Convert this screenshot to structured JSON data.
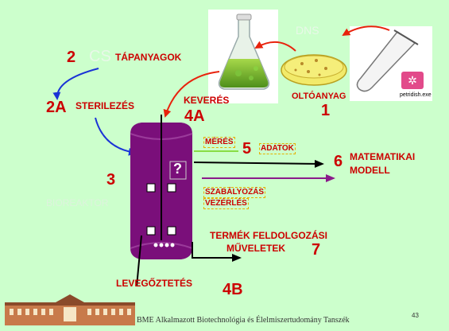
{
  "colors": {
    "background": "#ccffcc",
    "label_red": "#cc0000",
    "bioreactor": "#7a0f7a",
    "arrow_blue": "#1a33d6",
    "arrow_green": "#88dd44",
    "arrow_purple": "#8a1a8a",
    "arrow_black": "#000000",
    "arrow_red": "#e8220c"
  },
  "steps": {
    "s2": {
      "num": "2",
      "label": "TÁPANYAGOK",
      "ghost": "CS"
    },
    "s2a": {
      "num": "2A",
      "label": "STERILEZÉS"
    },
    "s4a": {
      "num": "4A",
      "label": "KEVERÉS"
    },
    "s1": {
      "num": "1",
      "label": "OLTÓANYAG",
      "ghost": "DNS"
    },
    "s3": {
      "num": "3",
      "label": "BIOREAKTOR"
    },
    "s5": {
      "num": "5",
      "label_a": "MÉRÉS",
      "label_b": "ADATOK"
    },
    "s6": {
      "num": "6",
      "label_line1": "MATEMATIKAI",
      "label_line2": "MODELL"
    },
    "control": {
      "line1": "SZABÁLYOZÁS",
      "line2": "VEZÉRLÉS"
    },
    "s7": {
      "num": "7",
      "label_line1": "TERMÉK FELDOLGOZÁSI",
      "label_line2": "MŰVELETEK"
    },
    "s4b": {
      "num": "4B",
      "label": "LEVEGŐZTETÉS"
    }
  },
  "bioreactor_question": "?",
  "petri_file": "petridish.exe",
  "footer": {
    "text": "BME Alkalmazott Biotechnológia és Élelmiszertudomány Tanszék",
    "page": "43"
  },
  "icons": [
    "flask-icon",
    "petri-dish-icon",
    "test-tube-icon",
    "app-icon",
    "university-building-icon"
  ]
}
